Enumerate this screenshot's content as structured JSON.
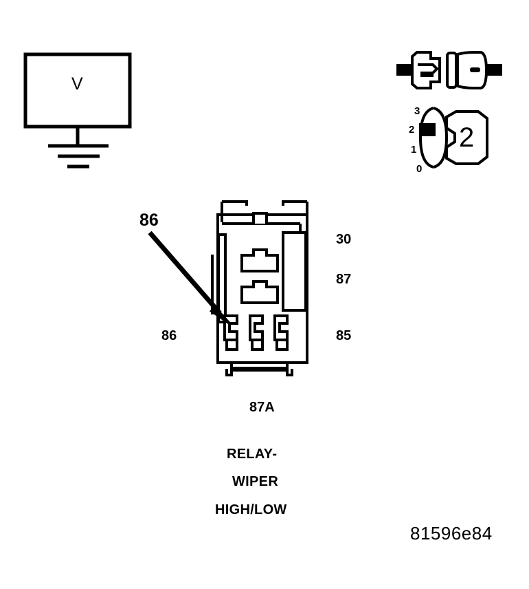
{
  "diagram": {
    "figure_id": "81596e84",
    "meter": {
      "symbol": "V",
      "name": "voltmeter"
    },
    "relay": {
      "name_lines": [
        "RELAY-",
        "WIPER",
        "HIGH/LOW"
      ],
      "pins_right": [
        "30",
        "87",
        "85"
      ],
      "pin_bottom": "87A",
      "pin_left": "86",
      "callout": "86"
    },
    "dial": {
      "selected": "2",
      "ticks": [
        "3",
        "2",
        "1",
        "0"
      ]
    },
    "connector": {
      "name": "inline-connector"
    }
  }
}
